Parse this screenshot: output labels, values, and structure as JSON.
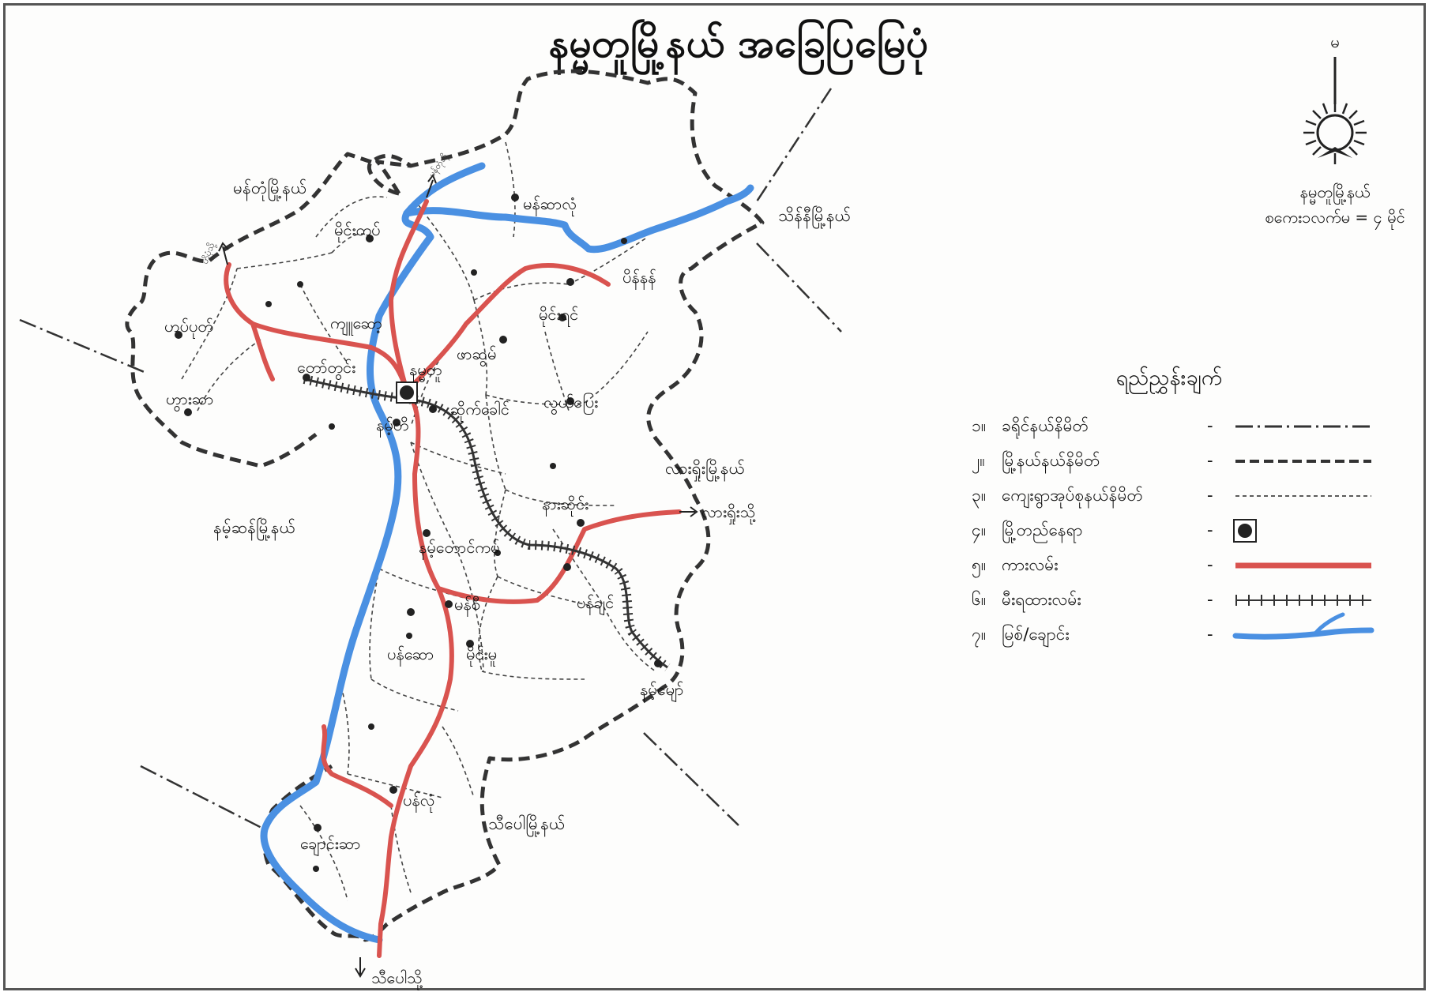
{
  "title": "နမ္မတူမြို့နယ် အခြေပြမြေပုံ",
  "north": {
    "letter": "မ",
    "township": "နမ္မတူမြို့နယ်",
    "scale": "စကေး၁လက်မ = ၄ မိုင်"
  },
  "legend": {
    "title": "ရည်ညွှန်းချက်",
    "items": [
      {
        "num": "၁။",
        "label": "ခရိုင်နယ်နိမိတ်"
      },
      {
        "num": "၂။",
        "label": "မြို့နယ်နယ်နိမိတ်"
      },
      {
        "num": "၃။",
        "label": "ကျေးရွာအုပ်စုနယ်နိမိတ်"
      },
      {
        "num": "၄။",
        "label": "မြို့တည်နေရာ"
      },
      {
        "num": "၅။",
        "label": "ကားလမ်း"
      },
      {
        "num": "၆။",
        "label": "မီးရထားလမ်း"
      },
      {
        "num": "၇။",
        "label": "မြစ်/ချောင်း"
      }
    ],
    "dash": "-"
  },
  "neighbors": {
    "mantong": "မန်တုံမြို့နယ်",
    "theinni": "သိန်နီမြို့နယ်",
    "lashio": "လားရှိုးမြို့နယ်",
    "namhsan": "နမ့်ဆန်မြို့နယ်",
    "hsipaw": "သီပေါမြို့နယ်"
  },
  "places": {
    "namtu": "နမ္မတူ",
    "mongtat": "မိုင်းတပ်",
    "hopet": "ဟပ်ပုတ်",
    "hwasa": "ဟွားဆာ",
    "kyaukse": "ကျူဆော့",
    "taungtwin": "တော်တွင်း",
    "nyaungbin": "ဖာဆွမ်",
    "sakhone": "ဆိုက်ခေါင်",
    "bawdwin": "ပိန်နန်",
    "mongyin": "မိုင်းရင်",
    "loilem": "လွယ်ပြေး",
    "monghsa": "မန်ဆာလုံ",
    "namti": "နမ့်တိ",
    "nahsai": "နားဆိုင်း",
    "namtaungkam": "နမ့်တောင်ကမ်",
    "manhsi": "မန်စီ",
    "panchin": "ပန်ချင်",
    "panhsaw": "ပန်ဆော",
    "mongmu": "မိုင်းမူ",
    "nammyaw": "နမ့်မျော်",
    "panlon": "ပန်လုံ",
    "kyaungsa": "ချောင်းဆာ",
    "toMangton": "မန်တုံသို့",
    "toHopet": "ဟိုပုံသို့",
    "toLashio": "လားရှိုးသို့",
    "toHsipaw": "သီပေါသို့"
  }
}
